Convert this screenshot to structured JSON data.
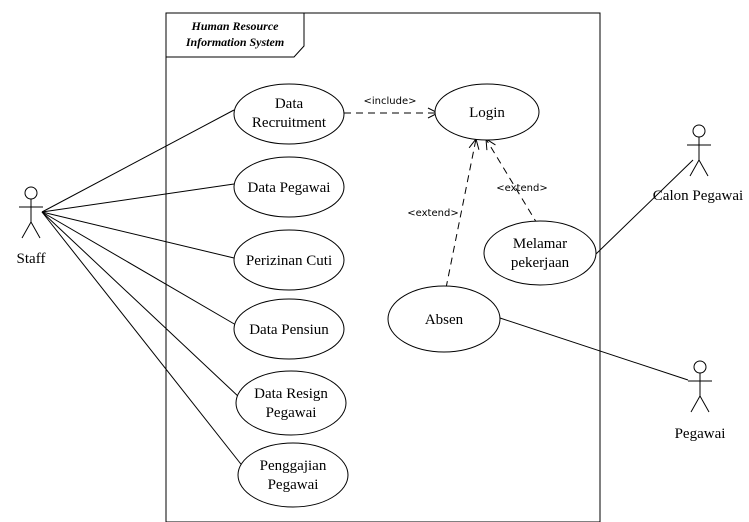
{
  "system": {
    "title_line1": "Human Resource",
    "title_line2": "Information System"
  },
  "actors": {
    "staff": "Staff",
    "calon_pegawai": "Calon Pegawai",
    "pegawai": "Pegawai"
  },
  "use_cases": {
    "data_recruitment": [
      "Data",
      "Recruitment"
    ],
    "data_pegawai": "Data Pegawai",
    "perizinan_cuti": "Perizinan Cuti",
    "data_pensiun": "Data Pensiun",
    "data_resign": [
      "Data Resign",
      "Pegawai"
    ],
    "penggajian": [
      "Penggajian",
      "Pegawai"
    ],
    "login": "Login",
    "melamar": [
      "Melamar",
      "pekerjaan"
    ],
    "absen": "Absen"
  },
  "relations": {
    "include": "<include>",
    "extend_melamar": "<extend>",
    "extend_absen": "<extend>"
  }
}
